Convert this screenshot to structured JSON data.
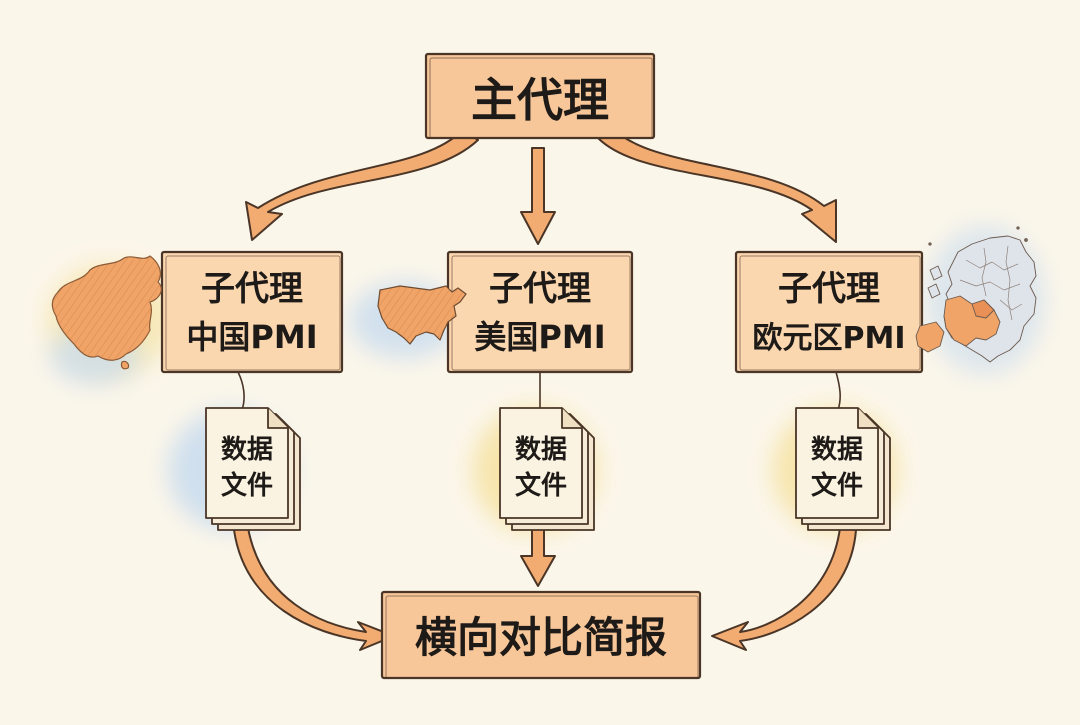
{
  "diagram": {
    "main_node": "主代理",
    "sub_agents": [
      {
        "line1": "子代理",
        "line2": "中国PMI",
        "map_icon": "china-map-icon"
      },
      {
        "line1": "子代理",
        "line2": "美国PMI",
        "map_icon": "usa-map-icon"
      },
      {
        "line1": "子代理",
        "line2": "欧元区PMI",
        "map_icon": "europe-map-icon"
      }
    ],
    "data_files": [
      {
        "line1": "数据",
        "line2": "文件",
        "icon": "document-stack-icon"
      },
      {
        "line1": "数据",
        "line2": "文件",
        "icon": "document-stack-icon"
      },
      {
        "line1": "数据",
        "line2": "文件",
        "icon": "document-stack-icon"
      }
    ],
    "output_node": "横向对比简报"
  },
  "colors": {
    "background": "#fbf6ea",
    "box_fill": "#f7c79a",
    "box_fill_light": "#fbdcbc",
    "arrow_fill": "#f2ac72",
    "outline": "#4a3526",
    "map_fill": "#f0a468",
    "blue_wash": "#c9dcef",
    "yellow_wash": "#f7e6a6"
  }
}
